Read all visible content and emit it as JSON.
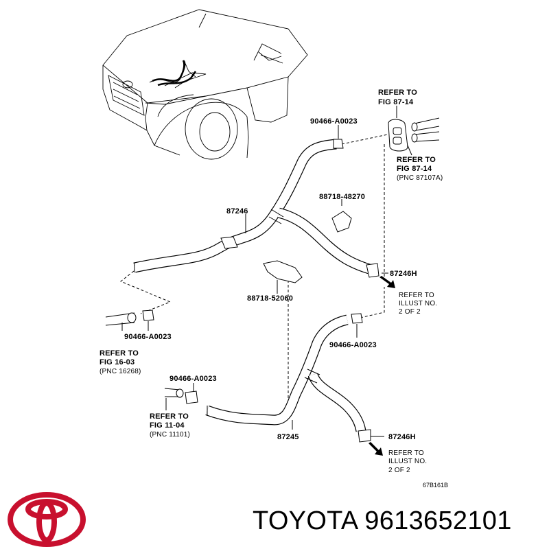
{
  "figure_code": "67B161B",
  "parts": {
    "p90466_top": "90466-A0023",
    "p90466_left": "90466-A0023",
    "p90466_mid": "90466-A0023",
    "p90466_bottom": "90466-A0023",
    "p87246": "87246",
    "p87245": "87245",
    "p88718_48270": "88718-48270",
    "p88718_52060": "88718-52060",
    "p87246H_top": "87246H",
    "p87246H_bottom": "87246H"
  },
  "refs": {
    "fig87_top": [
      "REFER TO",
      "FIG 87-14"
    ],
    "fig87_right": [
      "REFER TO",
      "FIG 87-14",
      "(PNC 87107A)"
    ],
    "fig16": [
      "REFER TO",
      "FIG 16-03",
      "(PNC 16268)"
    ],
    "fig11": [
      "REFER TO",
      "FIG 11-04",
      "(PNC 11101)"
    ],
    "illust_top": [
      "REFER TO",
      "ILLUST NO.",
      "2 OF 2"
    ],
    "illust_bottom": [
      "REFER TO",
      "ILLUST NO.",
      "2 OF 2"
    ]
  },
  "brand": {
    "logo_icon": "toyota-logo-icon",
    "text": "TOYOTA 9613652101",
    "color": "#c8102e"
  }
}
